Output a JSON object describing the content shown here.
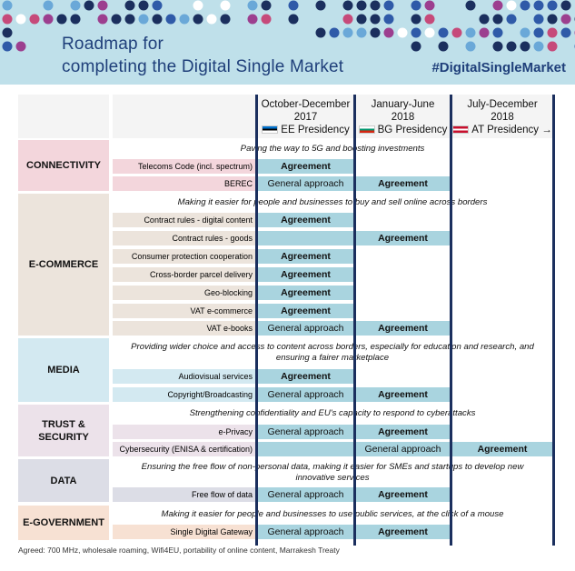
{
  "header": {
    "title_line1": "Roadmap for",
    "title_line2": "completing the Digital Single Market",
    "hashtag": "#DigitalSingleMarket"
  },
  "columns": [
    {
      "line1": "October-December",
      "line2": "2017",
      "line3": "EE Presidency"
    },
    {
      "line1": "January-June",
      "line2": "2018",
      "line3": "BG Presidency"
    },
    {
      "line1": "July-December",
      "line2": "2018",
      "line3": "AT Presidency →"
    }
  ],
  "sections": {
    "connectivity": {
      "name": "CONNECTIVITY",
      "heading": "Paving the way to 5G and boosting investments",
      "rows": [
        {
          "label": "Telecoms Code (incl. spectrum)",
          "c1": "Agreement"
        },
        {
          "label": "BEREC",
          "c1": "General approach",
          "c2": "Agreement"
        }
      ]
    },
    "ecommerce": {
      "name": "E-COMMERCE",
      "heading": "Making it easier for people and businesses to buy and sell online across borders",
      "rows": [
        {
          "label": "Contract rules - digital content",
          "c1": "Agreement"
        },
        {
          "label": "Contract rules - goods",
          "c2": "Agreement"
        },
        {
          "label": "Consumer protection cooperation",
          "c1": "Agreement"
        },
        {
          "label": "Cross-border parcel delivery",
          "c1": "Agreement"
        },
        {
          "label": "Geo-blocking",
          "c1": "Agreement"
        },
        {
          "label": "VAT e-commerce",
          "c1": "Agreement"
        },
        {
          "label": "VAT e-books",
          "c1": "General approach",
          "c2": "Agreement"
        }
      ]
    },
    "media": {
      "name": "MEDIA",
      "heading_line1": "Providing wider choice and access to content across borders, especially for education and research, and",
      "heading_line2": "ensuring a fairer marketplace",
      "rows": [
        {
          "label": "Audiovisual services",
          "c1": "Agreement"
        },
        {
          "label": "Copyright/Broadcasting",
          "c1": "General approach",
          "c2": "Agreement"
        }
      ]
    },
    "trust": {
      "name_line1": "TRUST &",
      "name_line2": "SECURITY",
      "heading": "Strengthening confidentiality and EU's capacity to respond to cyberattacks",
      "rows": [
        {
          "label": "e-Privacy",
          "c1": "General approach",
          "c2": "Agreement"
        },
        {
          "label": "Cybersecurity (ENISA & certification)",
          "c2": "General approach",
          "c3": "Agreement"
        }
      ]
    },
    "data": {
      "name": "DATA",
      "heading_line1": "Ensuring the free flow of non-personal data, making it easier for SMEs and startups to develop new",
      "heading_line2": "innovative services",
      "rows": [
        {
          "label": "Free flow of data",
          "c1": "General approach",
          "c2": "Agreement"
        }
      ]
    },
    "egov": {
      "name": "E-GOVERNMENT",
      "heading": "Making it easier for people and businesses to use public services, at the click of a mouse",
      "rows": [
        {
          "label": "Single Digital Gateway",
          "c1": "General approach",
          "c2": "Agreement"
        }
      ]
    }
  },
  "footer": "Agreed: 700 MHz, wholesale roaming, Wifi4EU, portability of online content, Marrakesh Treaty",
  "colors": {
    "navy": "#1b2f5e",
    "cell": "#a9d4df",
    "connectivity": "#f3d6dc",
    "ecommerce": "#ece4dc",
    "media": "#d3e9f1",
    "trust": "#ece2ea",
    "data": "#dcdde6",
    "egov": "#f7e1d3"
  }
}
